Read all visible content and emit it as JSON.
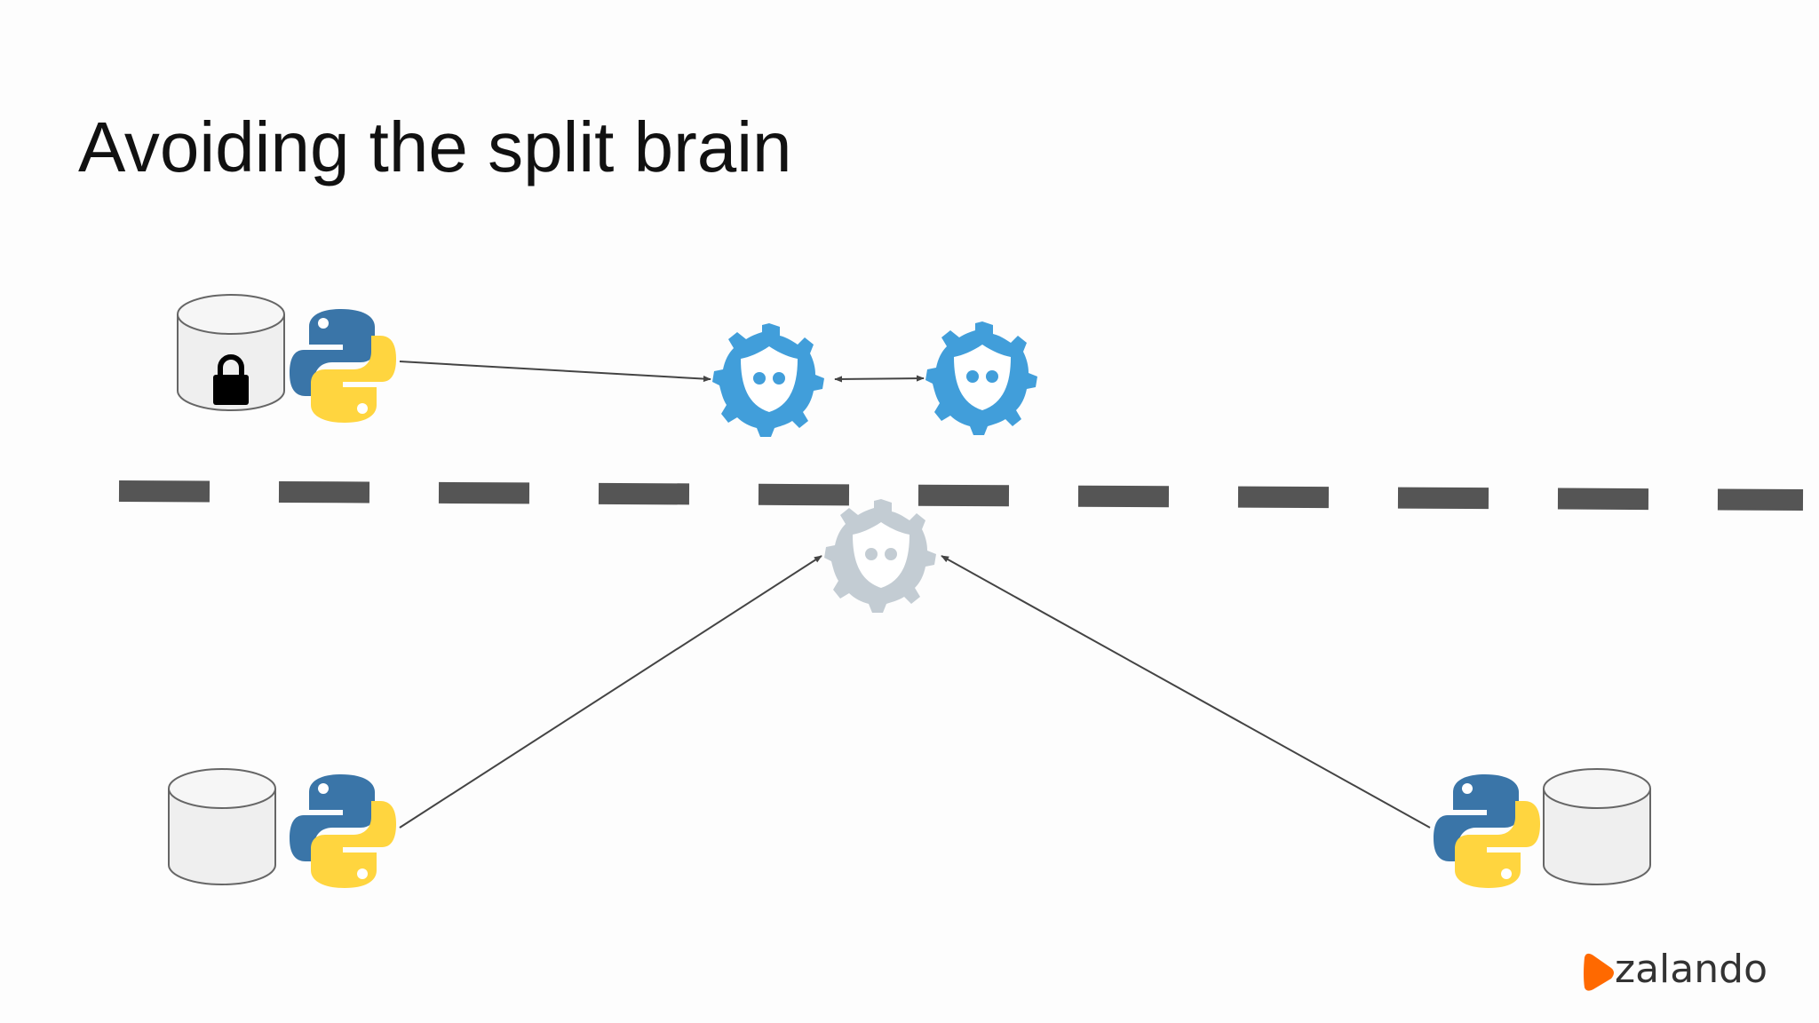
{
  "slide": {
    "title": "Avoiding the split brain"
  },
  "diagram": {
    "nodes": [
      {
        "id": "db-top",
        "kind": "database",
        "locked": true
      },
      {
        "id": "patroni-top",
        "kind": "python-icon"
      },
      {
        "id": "etcd-a",
        "kind": "etcd-icon",
        "state": "active"
      },
      {
        "id": "etcd-b",
        "kind": "etcd-icon",
        "state": "active"
      },
      {
        "id": "etcd-c",
        "kind": "etcd-icon",
        "state": "unreachable"
      },
      {
        "id": "db-bottom-left",
        "kind": "database",
        "locked": false
      },
      {
        "id": "patroni-bottom-left",
        "kind": "python-icon"
      },
      {
        "id": "patroni-bottom-right",
        "kind": "python-icon"
      },
      {
        "id": "db-bottom-right",
        "kind": "database",
        "locked": false
      }
    ],
    "edges": [
      {
        "from": "patroni-top",
        "to": "etcd-a",
        "direction": "forward"
      },
      {
        "from": "etcd-a",
        "to": "etcd-b",
        "direction": "both"
      },
      {
        "from": "patroni-bottom-left",
        "to": "etcd-c",
        "direction": "forward"
      },
      {
        "from": "patroni-bottom-right",
        "to": "etcd-c",
        "direction": "forward"
      }
    ],
    "partition": {
      "style": "dashed",
      "color": "#555555"
    }
  },
  "colors": {
    "etcd_active": "#419eda",
    "etcd_unreachable": "#c3ccd3",
    "python_blue": "#3a75a8",
    "python_yellow": "#ffd53f",
    "database_fill": "#efefef",
    "partition": "#555555",
    "brand": "#ff6900"
  },
  "branding": {
    "logo_text": "zalando"
  }
}
